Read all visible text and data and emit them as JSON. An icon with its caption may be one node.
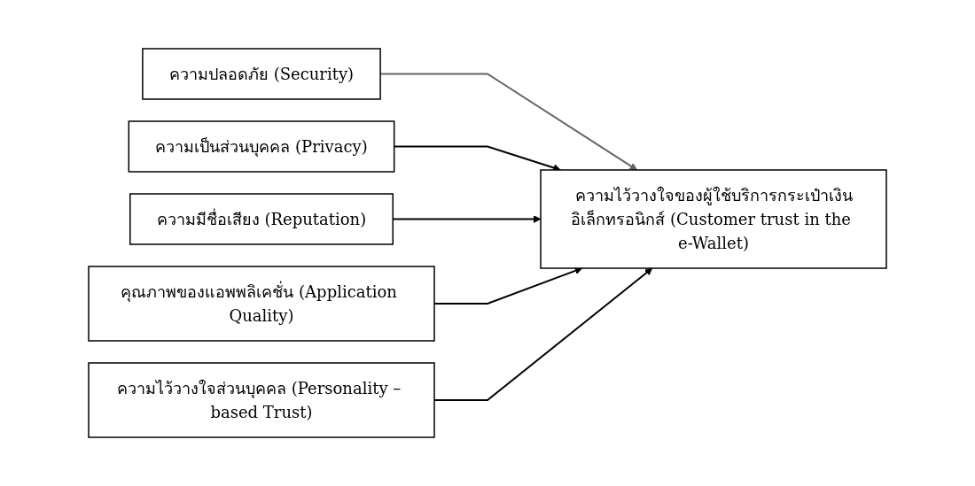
{
  "diagram": {
    "nodes": [
      {
        "text": [
          "ความปลอดภัย (Security)"
        ]
      },
      {
        "text": [
          "ความเป็นส่วนบุคคล (Privacy)"
        ]
      },
      {
        "text": [
          "ความมีชื่อเสียง (Reputation)"
        ]
      },
      {
        "text": [
          "คุณภาพของแอพพลิเคชั่น (Application Quality)"
        ]
      },
      {
        "text": [
          "ความไว้วางใจส่วนบุคคล (Personality – based Trust)"
        ]
      },
      {
        "text": [
          "ความไว้วางใจของผู้ใช้บริการกระเป๋าเงินอิเล็กทรอนิกส์ (Customer trust in the e-Wallet)"
        ]
      }
    ],
    "edges": [
      {
        "from": 0,
        "to": 5,
        "arrow": "to",
        "color": "#666666"
      },
      {
        "from": 1,
        "to": 5,
        "arrow": "to"
      },
      {
        "from": 2,
        "to": 5,
        "arrow": "to"
      },
      {
        "from": 3,
        "to": 5,
        "arrow": "to"
      },
      {
        "from": 4,
        "to": 5,
        "arrow": "to"
      }
    ]
  }
}
